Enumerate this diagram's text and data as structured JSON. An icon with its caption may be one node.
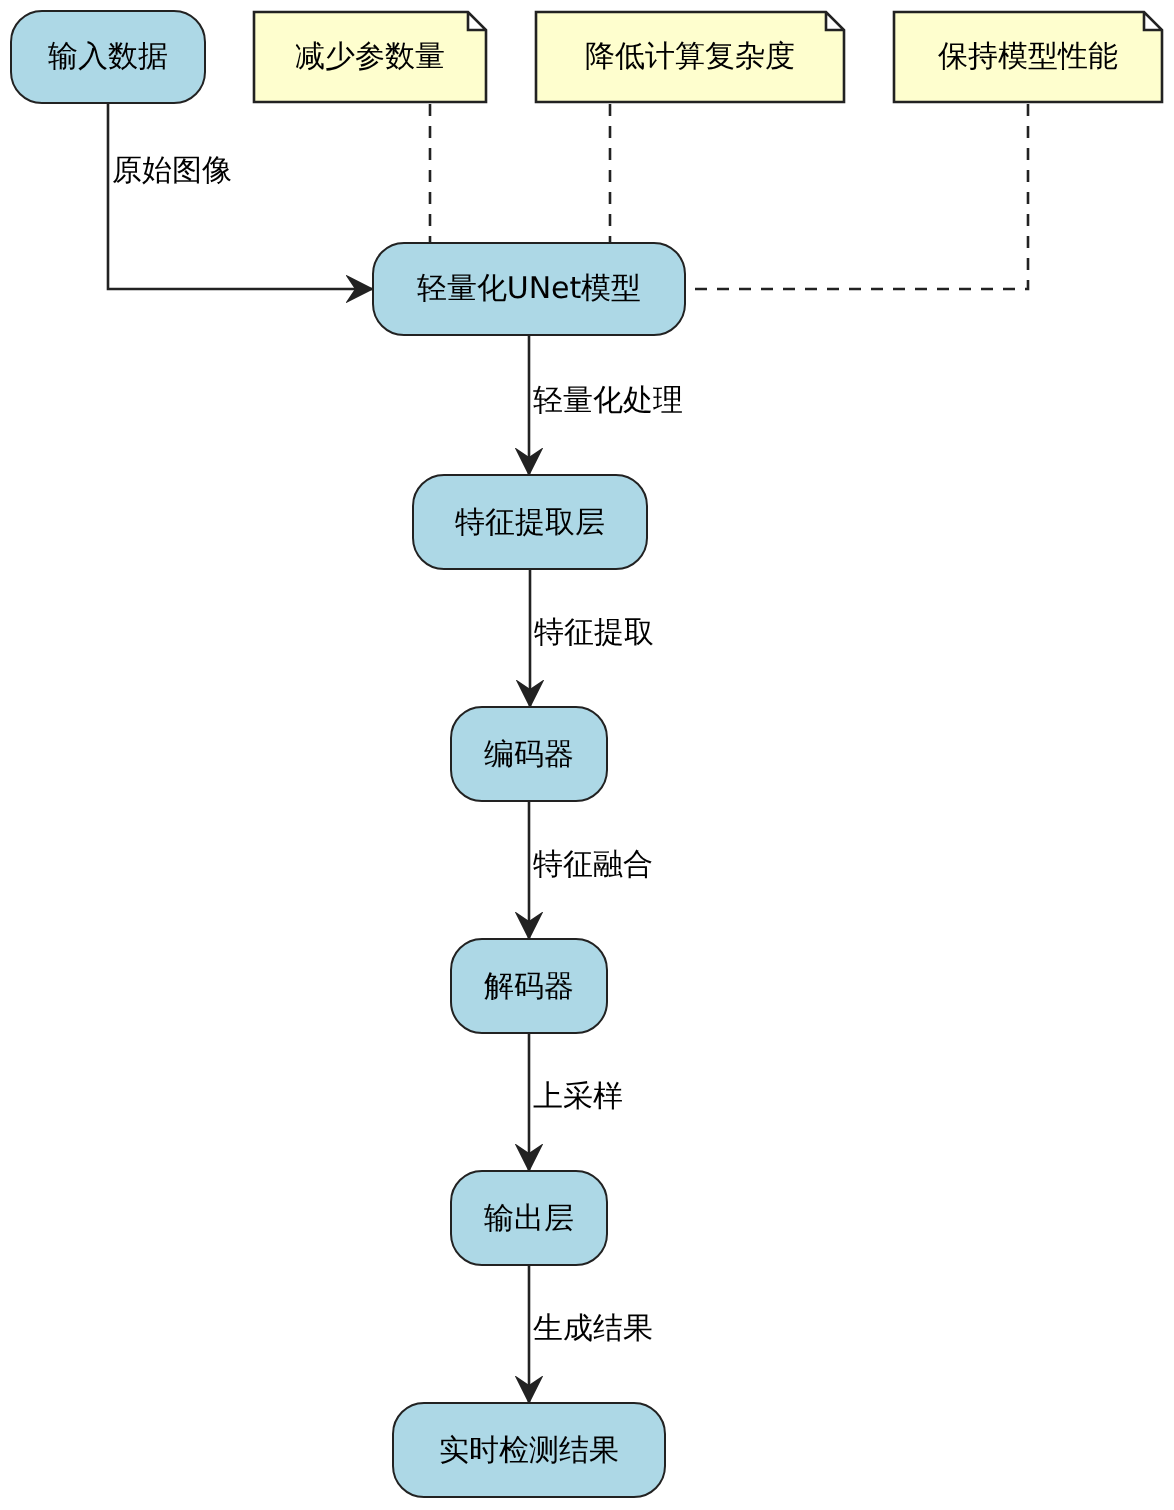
{
  "diagram": {
    "nodes": [
      {
        "text": [
          "输入数据"
        ]
      },
      {
        "text": [
          "减少参数量"
        ]
      },
      {
        "text": [
          "降低计算复杂度"
        ]
      },
      {
        "text": [
          "保持模型性能"
        ]
      },
      {
        "text": [
          "轻量化UNet模型"
        ]
      },
      {
        "text": [
          "特征提取层"
        ]
      },
      {
        "text": [
          "编码器"
        ]
      },
      {
        "text": [
          "解码器"
        ]
      },
      {
        "text": [
          "输出层"
        ]
      },
      {
        "text": [
          "实时检测结果"
        ]
      }
    ],
    "edges": [
      {
        "from": 0,
        "to": 4,
        "arrow": "to",
        "label": "原始图像"
      },
      {
        "from": 1,
        "to": 4,
        "arrow": "none",
        "style": "dashed"
      },
      {
        "from": 2,
        "to": 4,
        "arrow": "none",
        "style": "dashed"
      },
      {
        "from": 3,
        "to": 4,
        "arrow": "none",
        "style": "dashed"
      },
      {
        "from": 4,
        "to": 5,
        "arrow": "to",
        "label": "轻量化处理"
      },
      {
        "from": 5,
        "to": 6,
        "arrow": "to",
        "label": "特征提取"
      },
      {
        "from": 6,
        "to": 7,
        "arrow": "to",
        "label": "特征融合"
      },
      {
        "from": 7,
        "to": 8,
        "arrow": "to",
        "label": "上采样"
      },
      {
        "from": 8,
        "to": 9,
        "arrow": "to",
        "label": "生成结果"
      }
    ]
  }
}
